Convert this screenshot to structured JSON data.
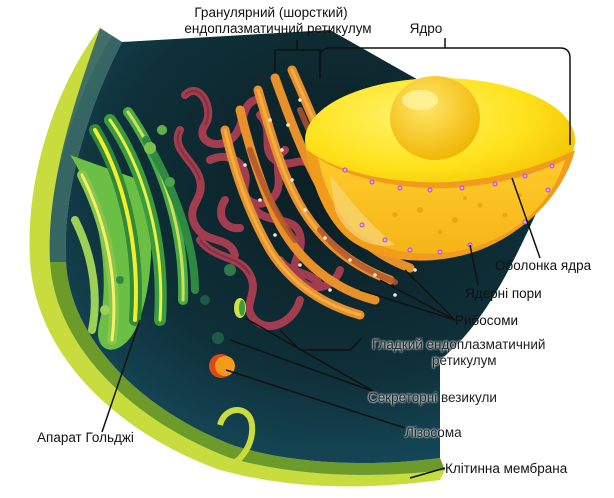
{
  "labels": {
    "rough_er_line1": "Гранулярний (шорсткий)",
    "rough_er_line2": "ендоплазматичний ретикулум",
    "nucleus": "Ядро",
    "nuclear_envelope": "Оболонка ядра",
    "nuclear_pores": "Ядерні пори",
    "ribosomes": "Рибосоми",
    "smooth_er_line1": "Гладкий ендоплазматичний",
    "smooth_er_line2": "ретикулум",
    "secretory_vesicles": "Секреторні везикули",
    "lysosome": "Лізосома",
    "golgi": "Апарат Гольджі",
    "cell_membrane": "Клітинна мембрана"
  },
  "colors": {
    "cytoplasm_dark": "#0e2a33",
    "membrane_green": "#8fb63a",
    "nucleus_yellow": "#ffd21c",
    "rough_er_orange": "#e8902a",
    "smooth_er_red": "#a13d4f",
    "golgi_green": "#5fb44a"
  }
}
